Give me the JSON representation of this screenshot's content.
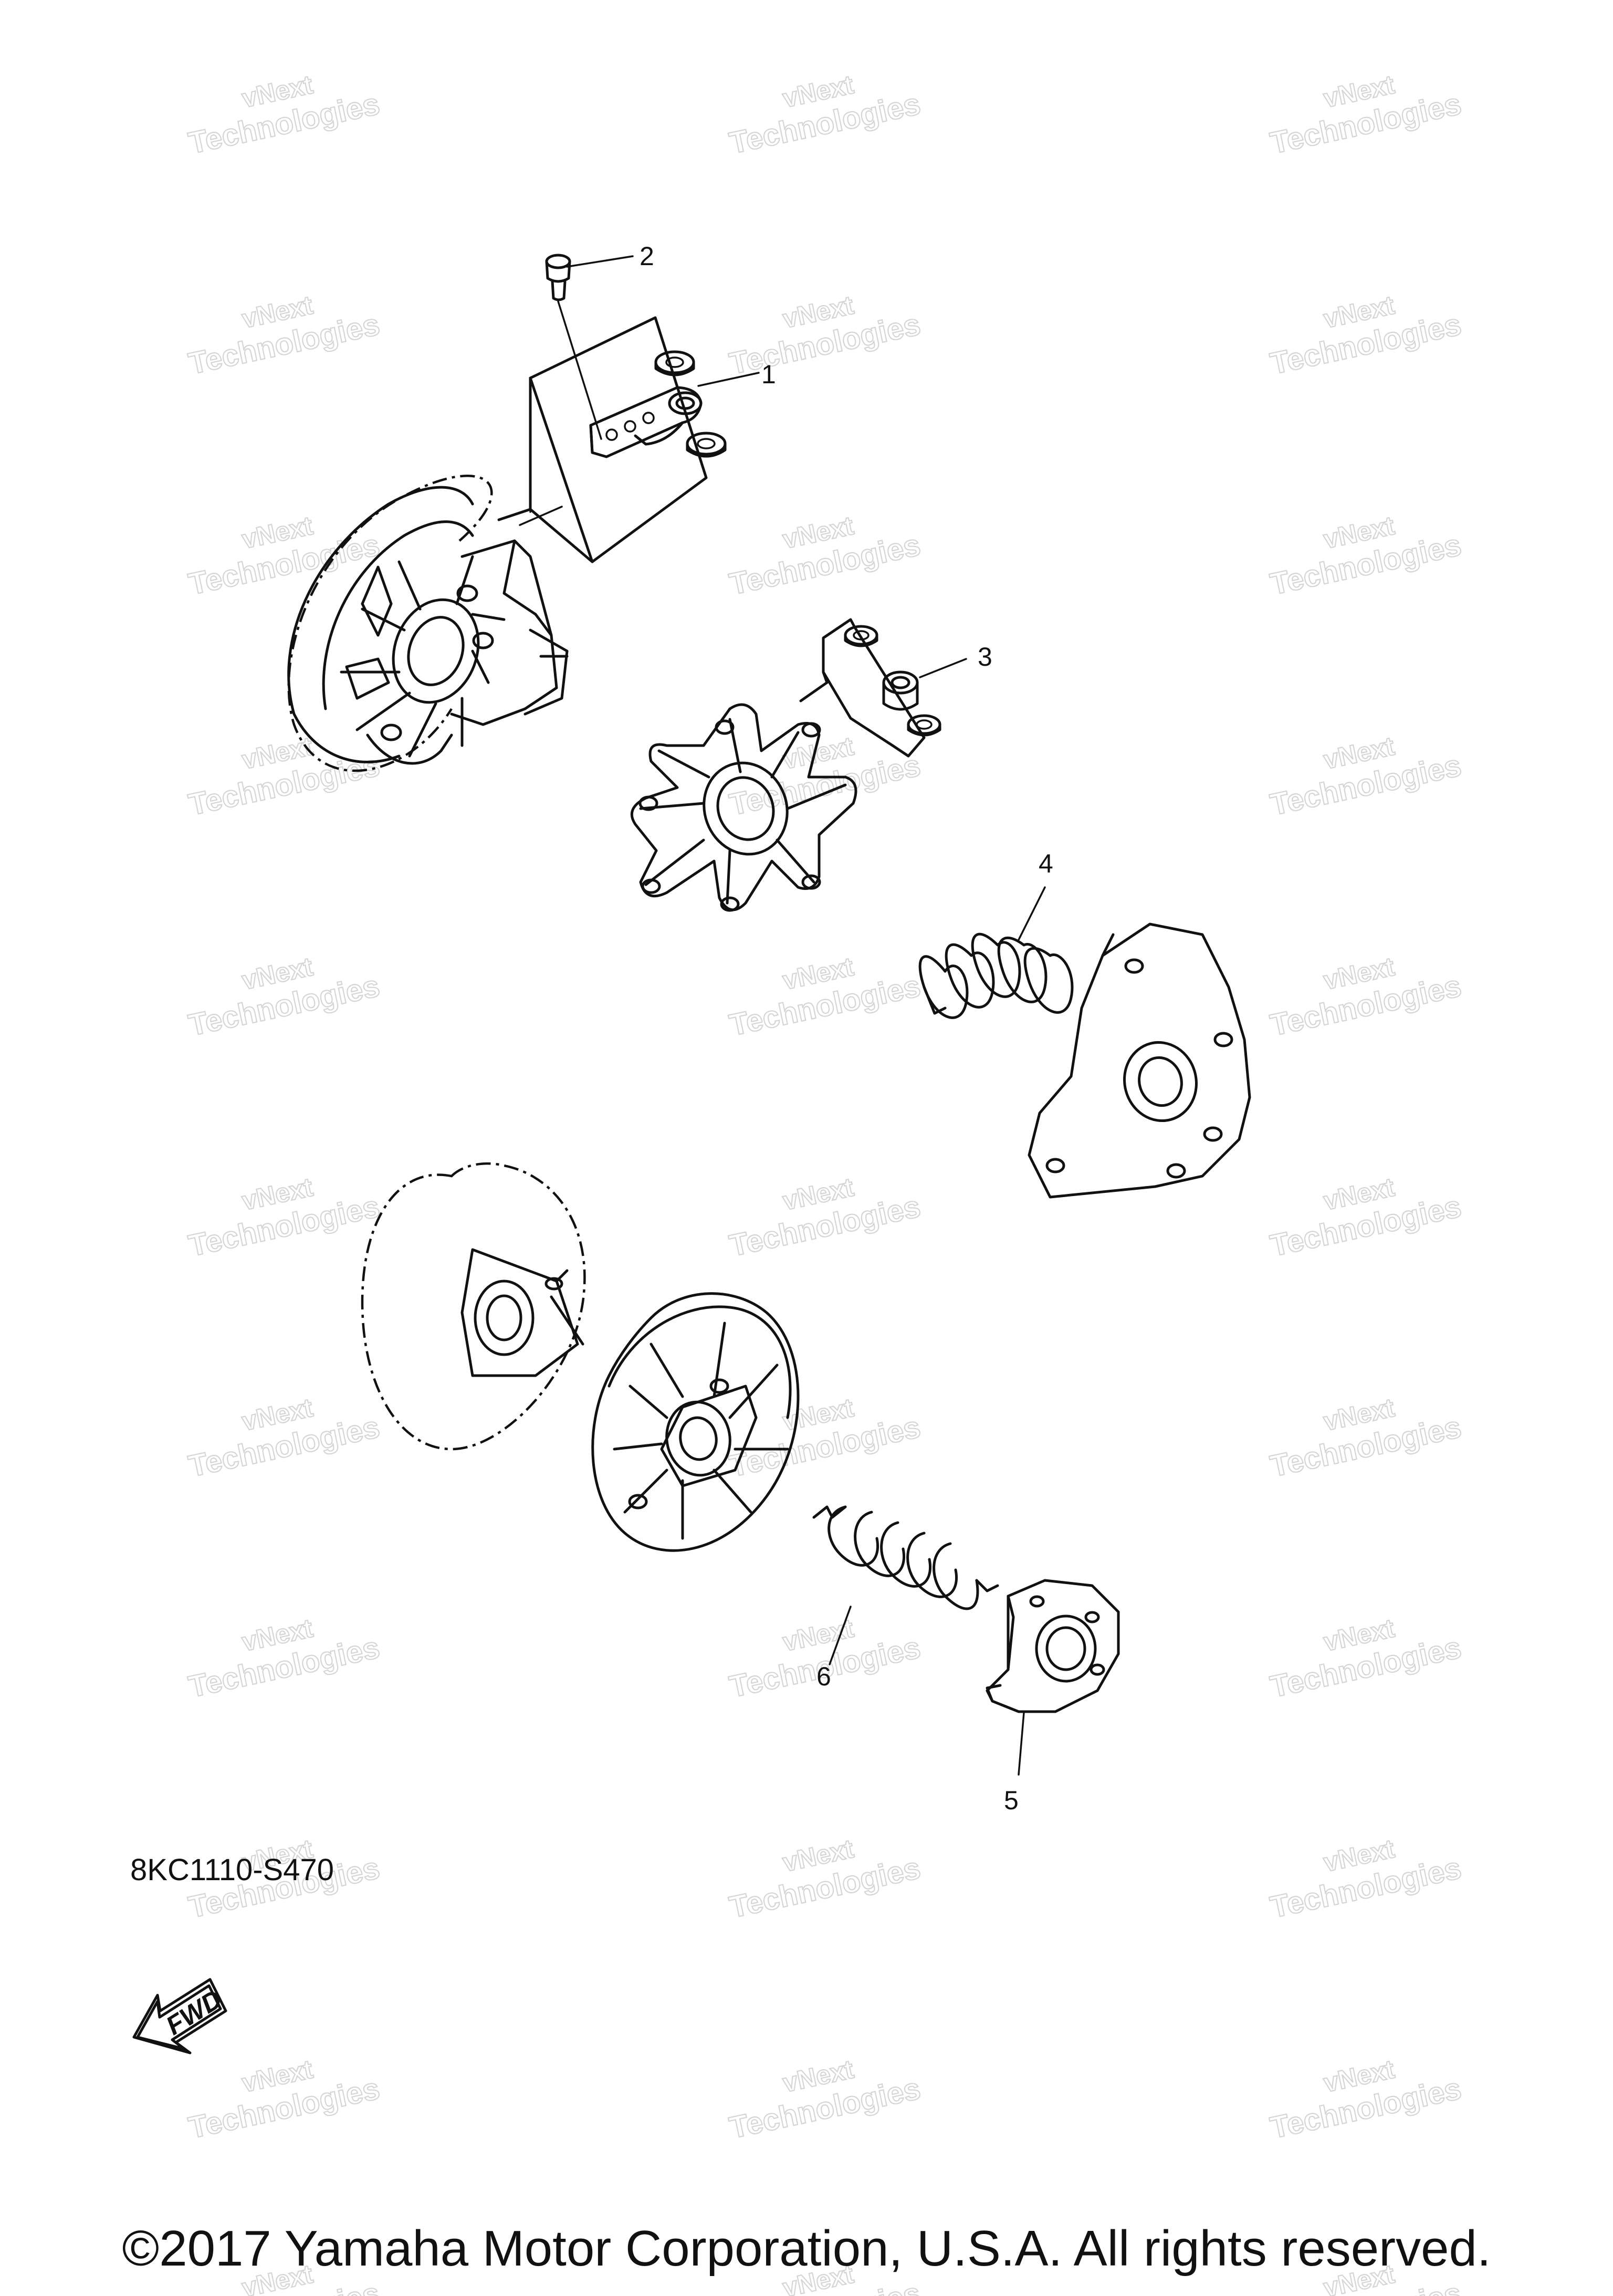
{
  "watermark": {
    "line1": "vNext",
    "line2": "Technologies"
  },
  "callouts": [
    {
      "id": "callout-1",
      "label": "1"
    },
    {
      "id": "callout-2",
      "label": "2"
    },
    {
      "id": "callout-3",
      "label": "3"
    },
    {
      "id": "callout-4",
      "label": "4"
    },
    {
      "id": "callout-5",
      "label": "5"
    },
    {
      "id": "callout-6",
      "label": "6"
    }
  ],
  "fwd_arrow": {
    "label": "FWD"
  },
  "diagram_code": "8KC1110-S470",
  "copyright": "©2017 Yamaha Motor Corporation, U.S.A. All rights reserved."
}
